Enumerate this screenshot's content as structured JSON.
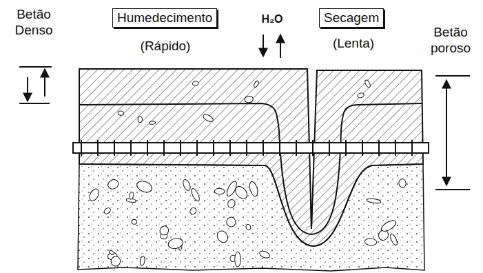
{
  "diagram": {
    "nodes": [
      {
        "text": [
          "Humedecimento"
        ]
      },
      {
        "text": [
          "Secagem"
        ]
      }
    ],
    "labels": [
      "Betão Denso",
      "(Rápido)",
      "H₂O",
      "(Lenta)",
      "Betão poroso"
    ]
  }
}
